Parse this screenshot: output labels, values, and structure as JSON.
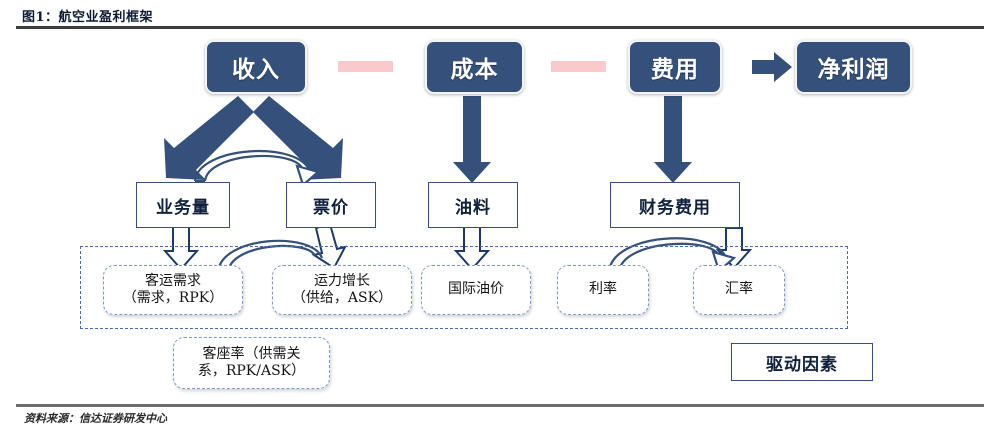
{
  "figure": {
    "title": "图1：航空业盈利框架",
    "source": "资料来源：信达证券研发中心"
  },
  "formula_row": {
    "revenue": "收入",
    "minus_1": "−",
    "cost": "成本",
    "minus_2": "−",
    "expense": "费用",
    "equals_arrow": "→",
    "net_profit": "净利润"
  },
  "drivers_row": {
    "volume": "业务量",
    "ticket_price": "票价",
    "fuel": "油料",
    "financial_expense": "财务费用"
  },
  "factors_row": {
    "pax_demand_line1": "客运需求",
    "pax_demand_line2": "（需求，RPK）",
    "capacity_line1": "运力增长",
    "capacity_line2": "（供给，ASK）",
    "oil_price": "国际油价",
    "interest_rate": "利率",
    "fx_rate": "汇率"
  },
  "load_factor": {
    "line1": "客座率（供需关",
    "line2": "系，RPK/ASK）"
  },
  "legend": {
    "label": "驱动因素"
  },
  "colors": {
    "navy": "#34507B",
    "pink": "#FAC9CB",
    "dashed_blue": "#4a6da8",
    "rule_dark": "#3c3c3c"
  }
}
